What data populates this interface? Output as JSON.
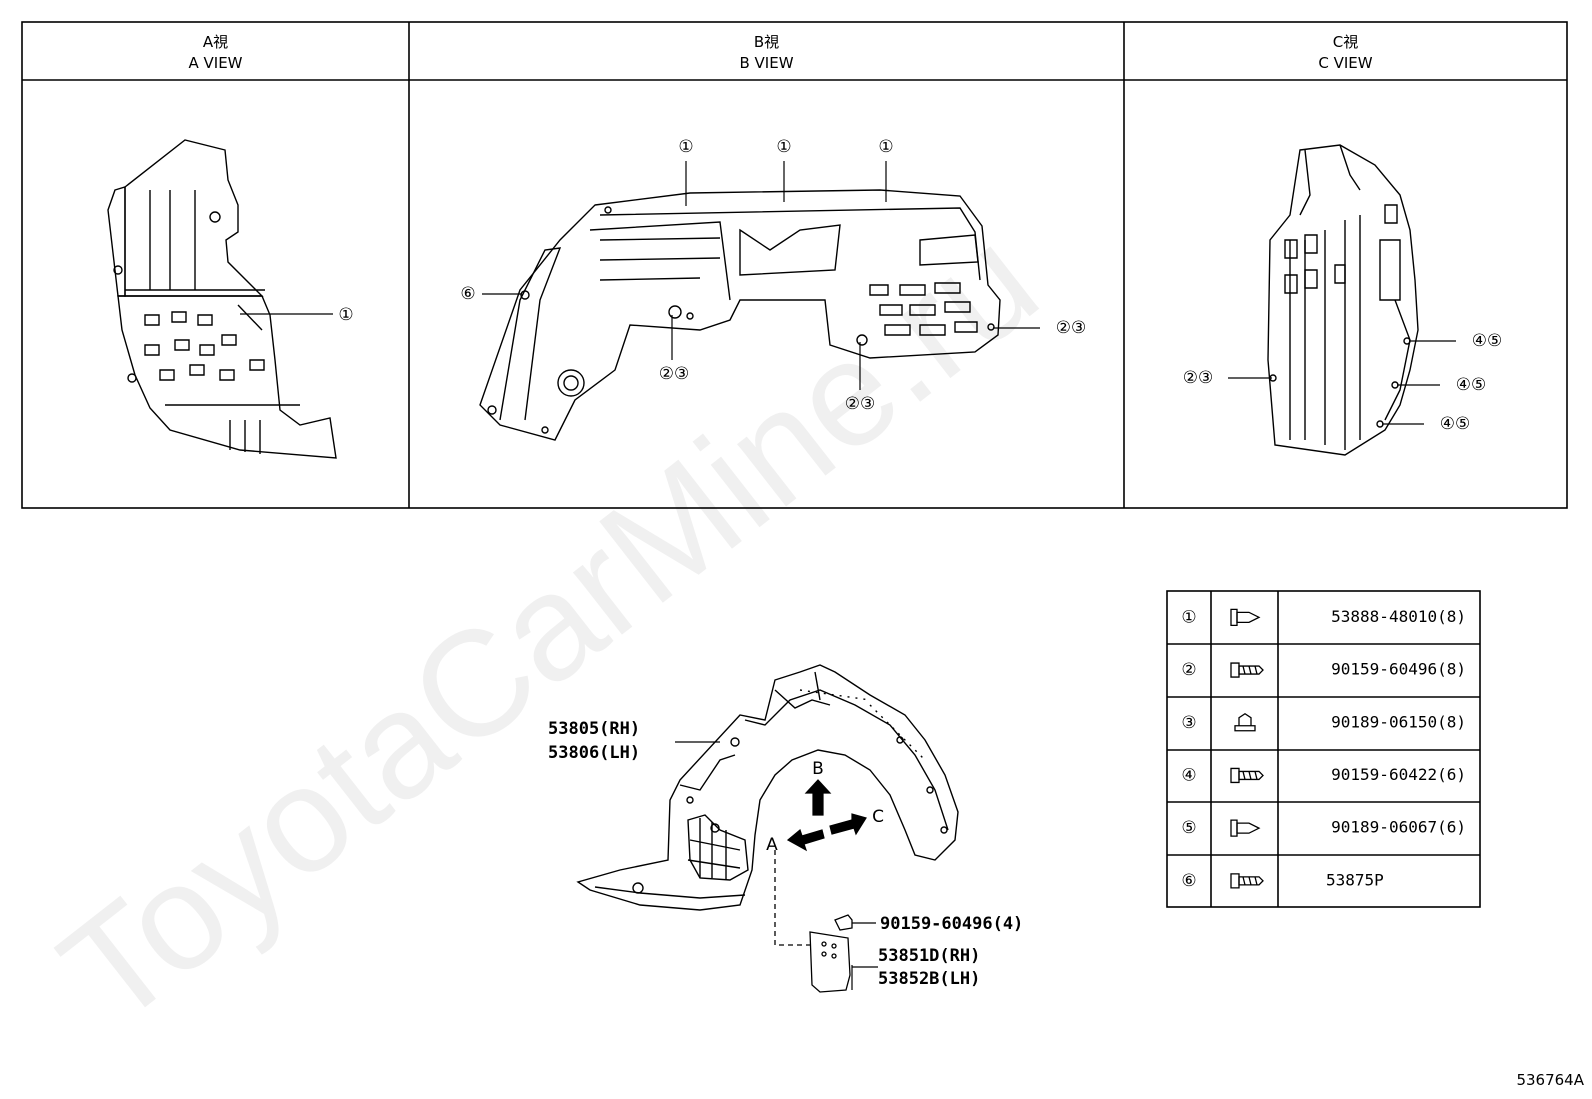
{
  "views": [
    {
      "jp": "A視",
      "en": "A VIEW"
    },
    {
      "jp": "B視",
      "en": "B VIEW"
    },
    {
      "jp": "C視",
      "en": "C VIEW"
    }
  ],
  "callouts": {
    "a1": "①",
    "b1a": "①",
    "b1b": "①",
    "b1c": "①",
    "b6": "⑥",
    "b23a": "②③",
    "b23b": "②③",
    "b23c": "②③",
    "c23": "②③",
    "c45a": "④⑤",
    "c45b": "④⑤",
    "c45c": "④⑤"
  },
  "parts": {
    "liner_rh": "53805(RH)",
    "liner_lh": "53806(LH)",
    "screw": "90159-60496(4)",
    "flap_rh": "53851D(RH)",
    "flap_lh": "53852B(LH)",
    "arrow_a": "A",
    "arrow_b": "B",
    "arrow_c": "C"
  },
  "fasteners": [
    {
      "num": "①",
      "icon": "clip-icon",
      "part": "53888-48010(8)"
    },
    {
      "num": "②",
      "icon": "screw-icon",
      "part": "90159-60496(8)"
    },
    {
      "num": "③",
      "icon": "nut-icon",
      "part": "90189-06150(8)"
    },
    {
      "num": "④",
      "icon": "screw-icon",
      "part": "90159-60422(6)"
    },
    {
      "num": "⑤",
      "icon": "clip-icon",
      "part": "90189-06067(6)"
    },
    {
      "num": "⑥",
      "icon": "screw-icon",
      "part": "53875P"
    }
  ],
  "watermark": "ToyotaCarMine.ru",
  "drawing_code": "536764A"
}
